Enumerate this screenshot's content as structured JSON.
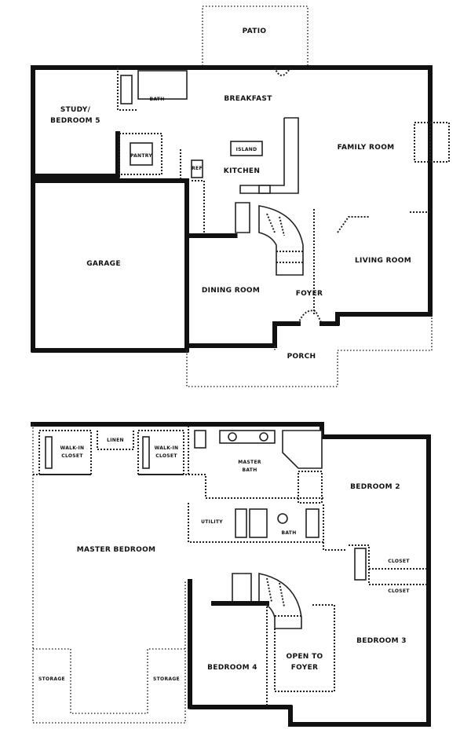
{
  "first_floor": {
    "rooms": {
      "patio": "PATIO",
      "breakfast": "BREAKFAST",
      "bath": "BATH",
      "study": "STUDY/",
      "bedroom5": "BEDROOM 5",
      "pantry": "PANTRY",
      "island": "ISLAND",
      "kitchen": "KITCHEN",
      "ref": "REF",
      "family_room": "FAMILY ROOM",
      "garage": "GARAGE",
      "living_room": "LIVING ROOM",
      "dining_room": "DINING ROOM",
      "foyer": "FOYER",
      "porch": "PORCH"
    }
  },
  "second_floor": {
    "rooms": {
      "walk_in_closet_a": "WALK-IN",
      "walk_in_closet_a2": "CLOSET",
      "walk_in_closet_b": "WALK-IN",
      "walk_in_closet_b2": "CLOSET",
      "linen": "LINEN",
      "master_bath": "MASTER",
      "master_bath2": "BATH",
      "bedroom2": "BEDROOM 2",
      "utility": "UTILITY",
      "bath": "BATH",
      "master_bedroom": "MASTER BEDROOM",
      "closet_a": "CLOSET",
      "closet_b": "CLOSET",
      "bedroom3": "BEDROOM 3",
      "storage_a": "STORAGE",
      "storage_b": "STORAGE",
      "bedroom4": "BEDROOM 4",
      "open_to_foyer": "OPEN TO",
      "open_to_foyer2": "FOYER"
    }
  }
}
